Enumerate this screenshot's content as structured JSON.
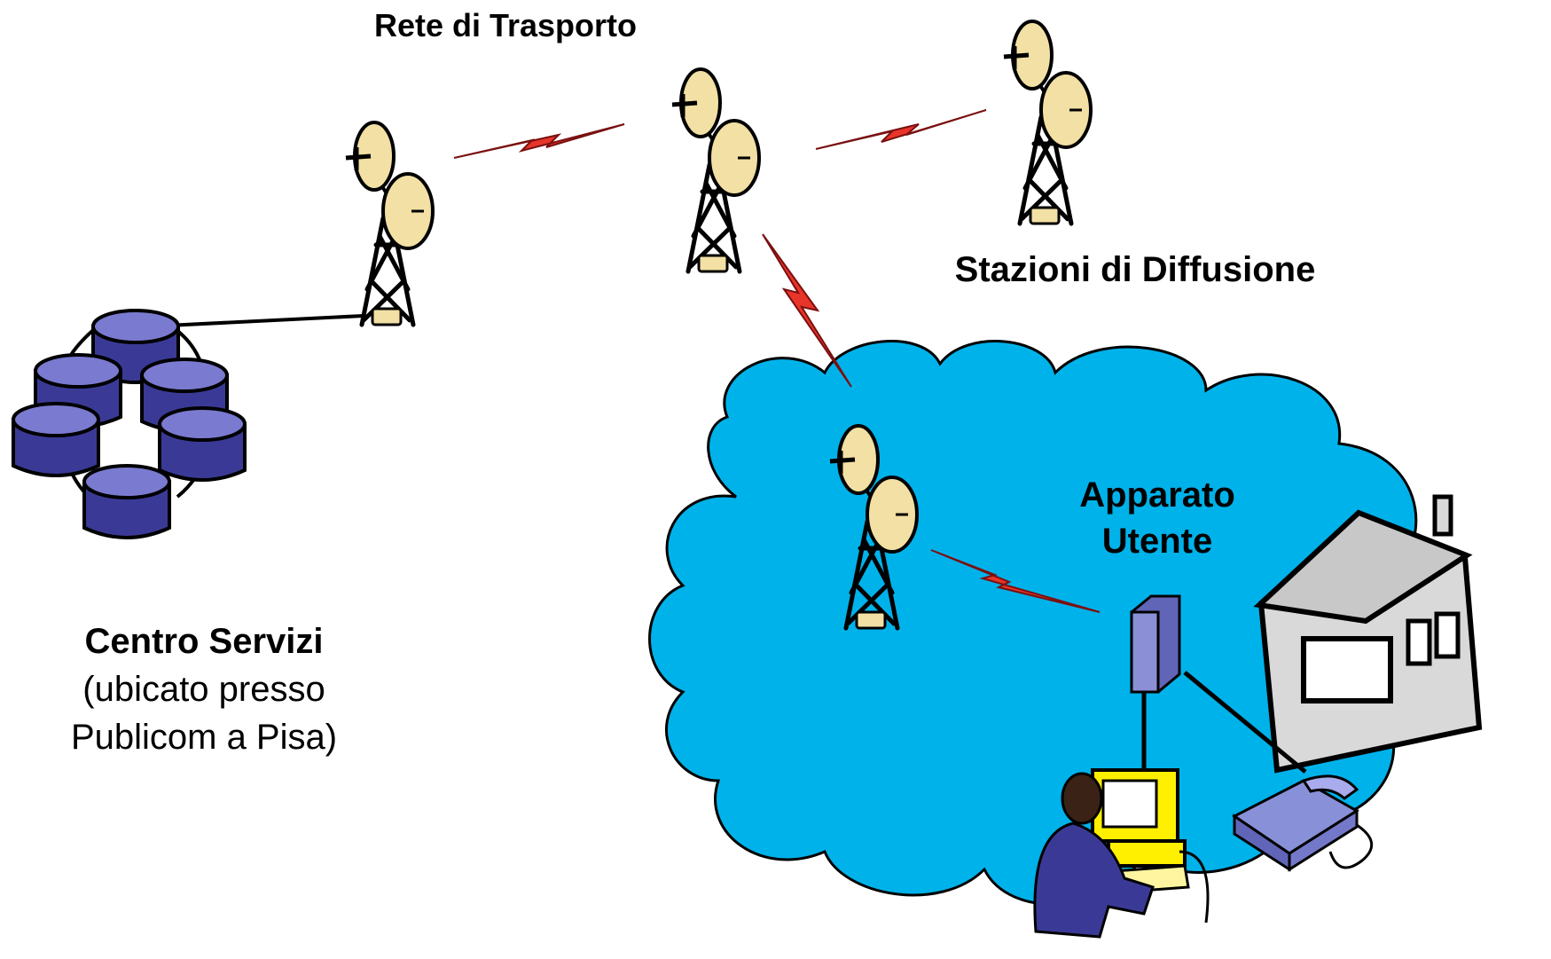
{
  "labels": {
    "transport_network": "Rete di Trasporto",
    "broadcast_stations": "Stazioni di Diffusione",
    "user_device_line1": "Apparato",
    "user_device_line2": "Utente",
    "service_center_title": "Centro Servizi",
    "service_center_line2": "(ubicato presso",
    "service_center_line3": "Publicom a Pisa)"
  },
  "colors": {
    "cloud": "#00b2ea",
    "database": "#3a3a96",
    "dish": "#f2e0a4",
    "lightning": "#e8352a",
    "house": "#d9d9d9",
    "monitor": "#fff000",
    "phone": "#8890d8",
    "server": "#8b8fd6"
  },
  "icons": [
    "database-cluster-icon",
    "radio-tower-icon",
    "lightning-link-icon",
    "house-icon",
    "server-box-icon",
    "user-at-computer-icon",
    "telephone-icon",
    "cloud-icon"
  ]
}
